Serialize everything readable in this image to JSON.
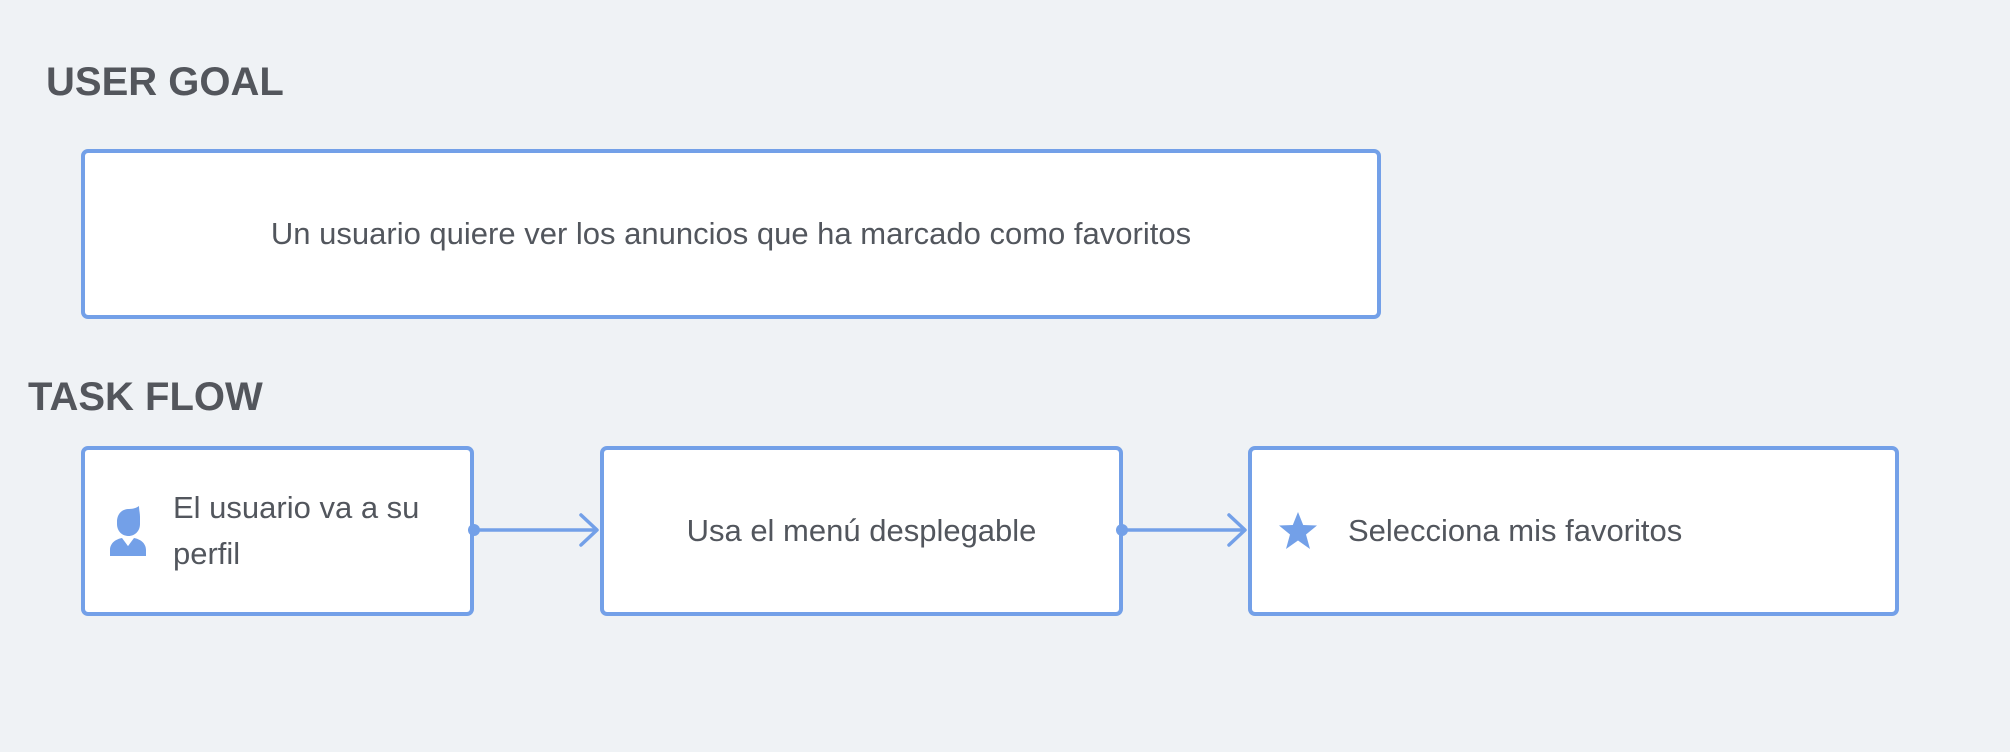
{
  "user_goal": {
    "heading": "USER GOAL",
    "text": "Un usuario quiere ver los anuncios que ha marcado como favoritos"
  },
  "task_flow": {
    "heading": "TASK FLOW",
    "steps": [
      {
        "label": "El usuario va a su perfil",
        "icon": "user-icon"
      },
      {
        "label": "Usa el menú desplegable",
        "icon": ""
      },
      {
        "label": "Selecciona mis favoritos",
        "icon": "star-icon"
      }
    ]
  },
  "colors": {
    "background": "#eff2f5",
    "accent": "#73a0e8",
    "heading": "#53565c",
    "text": "#52565d"
  }
}
